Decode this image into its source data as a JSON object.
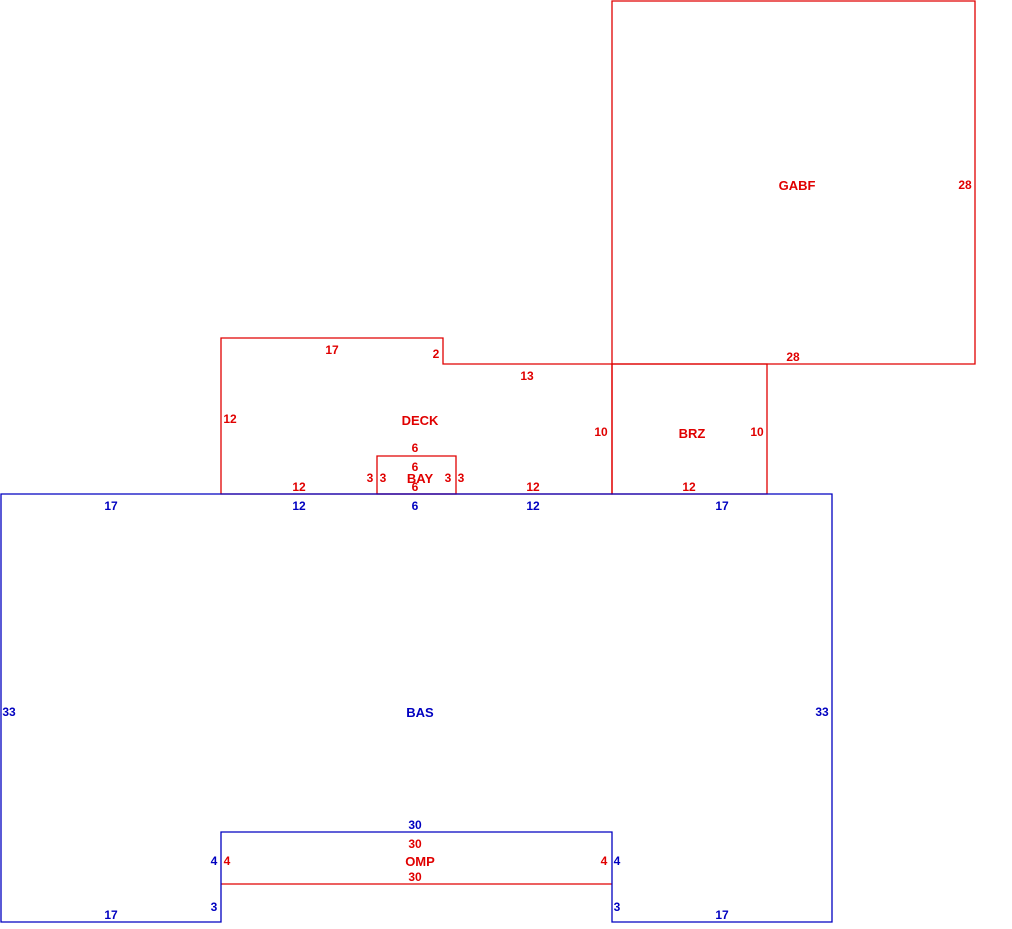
{
  "colors": {
    "exterior": "#e00000",
    "living": "#0000c0"
  },
  "areas": {
    "gabf": {
      "code": "GABF",
      "dims": {
        "right": "28",
        "bottom": "28"
      }
    },
    "deck": {
      "code": "DECK",
      "dims": {
        "top": "17",
        "step": "2",
        "upper_right": "13",
        "left": "12",
        "right": "10",
        "bottom_left": "12",
        "bottom_right": "12"
      }
    },
    "brz": {
      "code": "BRZ",
      "dims": {
        "right": "10",
        "bottom": "12"
      }
    },
    "bay": {
      "code": "BAY",
      "dims": {
        "top": "6",
        "inner_top": "6",
        "bottom": "6",
        "left_outer": "3",
        "left_inner": "3",
        "right_inner": "3",
        "right_outer": "3"
      }
    },
    "bas": {
      "code": "BAS",
      "dims": {
        "top_left": "17",
        "top_deck_left": "12",
        "top_bay": "6",
        "top_deck_right": "12",
        "top_right": "17",
        "left": "33",
        "right": "33",
        "bottom_left": "17",
        "bottom_right": "17",
        "notch_left": "3",
        "notch_right": "3",
        "notch_top": "30",
        "notch_left_upper": "4",
        "notch_right_upper": "4"
      }
    },
    "omp": {
      "code": "OMP",
      "dims": {
        "top": "30",
        "bottom": "30",
        "left": "4",
        "right": "4"
      }
    }
  }
}
